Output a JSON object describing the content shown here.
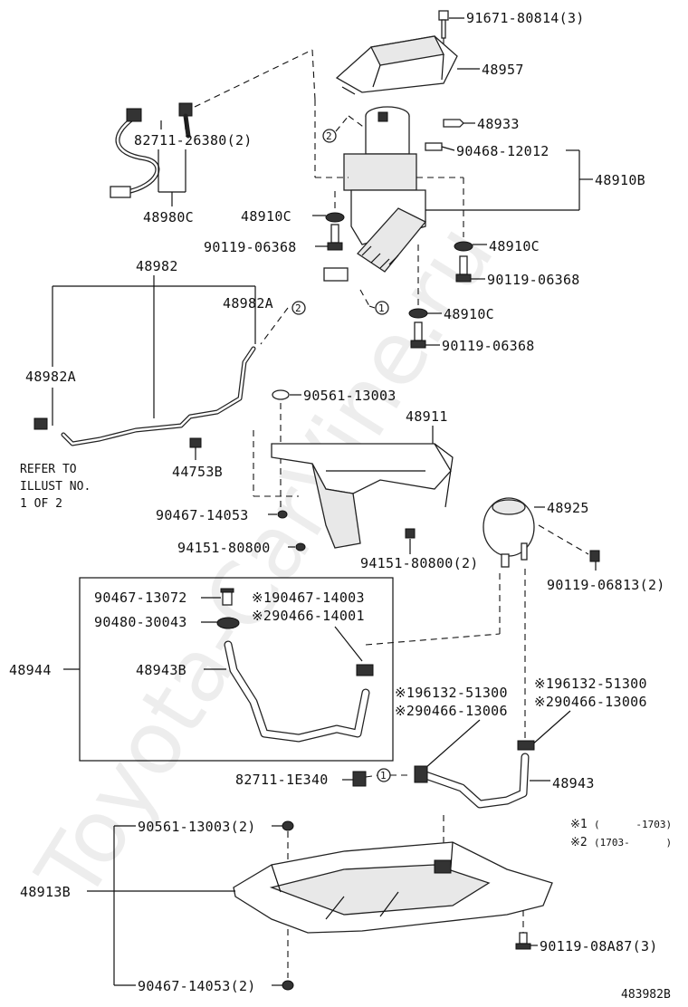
{
  "watermark": "Toyota-CarVine.ru",
  "drawing_number": "483982B",
  "refer_note": [
    "REFER TO",
    "ILLUST NO.",
    "1 OF 2"
  ],
  "circle_refs": [
    "1",
    "2"
  ],
  "legend": [
    {
      "mark": "※1",
      "range": "(      -1703)"
    },
    {
      "mark": "※2",
      "range": "(1703-      )"
    }
  ],
  "parts": {
    "p91671": "91671-80814(3)",
    "p48957": "48957",
    "p48933": "48933",
    "p90468": "90468-12012",
    "p48910B": "48910B",
    "p82711_263": "82711-26380(2)",
    "p48980C": "48980C",
    "p48910C_a": "48910C",
    "p90119_a": "90119-06368",
    "p48910C_b": "48910C",
    "p90119_b": "90119-06368",
    "p48910C_c": "48910C",
    "p90119_c": "90119-06368",
    "p48982": "48982",
    "p48982A_a": "48982A",
    "p48982A_b": "48982A",
    "p44753B": "44753B",
    "p90561_a": "90561-13003",
    "p48911": "48911",
    "p48925": "48925",
    "p90467_a": "90467-14053",
    "p94151_a": "94151-80800",
    "p94151_b": "94151-80800(2)",
    "p90119_d": "90119-06813(2)",
    "p90467_b": "90467-13072",
    "p90467_c": "※190467-14003",
    "p90480": "90480-30043",
    "p90466_a": "※290466-14001",
    "p48944": "48944",
    "p48943B": "48943B",
    "p96132_a": "※196132-51300",
    "p90466_b": "※290466-13006",
    "p96132_b": "※196132-51300",
    "p90466_c": "※290466-13006",
    "p82711_1E": "82711-1E340",
    "p48943": "48943",
    "p90561_b": "90561-13003(2)",
    "p48913B": "48913B",
    "p90119_e": "90119-08A87(3)",
    "p90467_d": "90467-14053(2)"
  }
}
